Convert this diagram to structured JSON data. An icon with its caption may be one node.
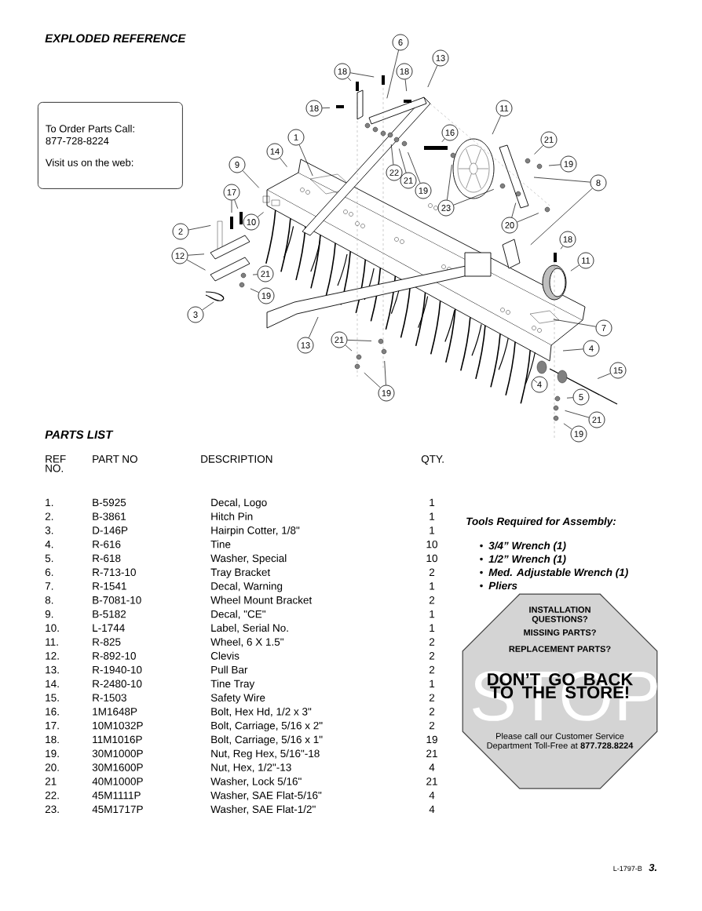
{
  "diagram": {
    "title": "EXPLODED REFERENCE",
    "nodes": [
      {
        "text": [
          "To Order Parts Call: 877-728-8224",
          "Visit us on the web:"
        ]
      },
      {
        "text": [
          "6"
        ]
      },
      {
        "text": [
          "13"
        ]
      },
      {
        "text": [
          "18"
        ]
      },
      {
        "text": [
          "18"
        ]
      },
      {
        "text": [
          "18"
        ]
      },
      {
        "text": [
          "11"
        ]
      },
      {
        "text": [
          "16"
        ]
      },
      {
        "text": [
          "1"
        ]
      },
      {
        "text": [
          "21"
        ]
      },
      {
        "text": [
          "14"
        ]
      },
      {
        "text": [
          "19"
        ]
      },
      {
        "text": [
          "9"
        ]
      },
      {
        "text": [
          "22"
        ]
      },
      {
        "text": [
          "21"
        ]
      },
      {
        "text": [
          "8"
        ]
      },
      {
        "text": [
          "19"
        ]
      },
      {
        "text": [
          "17"
        ]
      },
      {
        "text": [
          "23"
        ]
      },
      {
        "text": [
          "10"
        ]
      },
      {
        "text": [
          "20"
        ]
      },
      {
        "text": [
          "2"
        ]
      },
      {
        "text": [
          "18"
        ]
      },
      {
        "text": [
          "12"
        ]
      },
      {
        "text": [
          "11"
        ]
      },
      {
        "text": [
          "21"
        ]
      },
      {
        "text": [
          "19"
        ]
      },
      {
        "text": [
          "3"
        ]
      },
      {
        "text": [
          "7"
        ]
      },
      {
        "text": [
          "21"
        ]
      },
      {
        "text": [
          "13"
        ]
      },
      {
        "text": [
          "4"
        ]
      },
      {
        "text": [
          "15"
        ]
      },
      {
        "text": [
          "4"
        ]
      },
      {
        "text": [
          "19"
        ]
      },
      {
        "text": [
          "5"
        ]
      },
      {
        "text": [
          "21"
        ]
      },
      {
        "text": [
          "19"
        ]
      },
      {
        "text": [
          "STOP",
          "INSTALLATION QUESTIONS?",
          "MISSING PARTS?",
          "REPLACEMENT PARTS?",
          "DON’T GO BACK TO THE STORE!",
          "Please call our Customer Service Department Toll-Free at **877.728.8224**"
        ]
      }
    ],
    "edges": [
      {
        "from": 1,
        "to": null,
        "arrow": "none"
      },
      {
        "from": 2,
        "to": null,
        "arrow": "none"
      },
      {
        "from": 3,
        "to": null,
        "arrow": "none"
      },
      {
        "from": 3,
        "to": null,
        "arrow": "none"
      },
      {
        "from": 4,
        "to": null,
        "arrow": "none"
      },
      {
        "from": 5,
        "to": null,
        "arrow": "none"
      },
      {
        "from": 6,
        "to": null,
        "arrow": "none"
      },
      {
        "from": 7,
        "to": null,
        "arrow": "none"
      },
      {
        "from": 8,
        "to": null,
        "arrow": "none"
      },
      {
        "from": 9,
        "to": null,
        "arrow": "none"
      },
      {
        "from": 10,
        "to": null,
        "arrow": "none"
      },
      {
        "from": 11,
        "to": null,
        "arrow": "none"
      },
      {
        "from": 12,
        "to": null,
        "arrow": "none"
      },
      {
        "from": 13,
        "to": null,
        "arrow": "none"
      },
      {
        "from": 14,
        "to": null,
        "arrow": "none"
      },
      {
        "from": 15,
        "to": null,
        "arrow": "none"
      },
      {
        "from": 15,
        "to": null,
        "arrow": "none"
      },
      {
        "from": 16,
        "to": null,
        "arrow": "none"
      },
      {
        "from": 17,
        "to": null,
        "arrow": "none"
      },
      {
        "from": 17,
        "to": null,
        "arrow": "none"
      },
      {
        "from": 18,
        "to": null,
        "arrow": "none"
      },
      {
        "from": 18,
        "to": null,
        "arrow": "none"
      },
      {
        "from": 19,
        "to": null,
        "arrow": "none"
      },
      {
        "from": 20,
        "to": null,
        "arrow": "none"
      },
      {
        "from": 20,
        "to": null,
        "arrow": "none"
      },
      {
        "from": 21,
        "to": null,
        "arrow": "none"
      },
      {
        "from": 22,
        "to": null,
        "arrow": "none"
      },
      {
        "from": 23,
        "to": null,
        "arrow": "none"
      },
      {
        "from": 23,
        "to": null,
        "arrow": "none"
      },
      {
        "from": 24,
        "to": null,
        "arrow": "none"
      },
      {
        "from": 25,
        "to": null,
        "arrow": "none"
      },
      {
        "from": 26,
        "to": null,
        "arrow": "none"
      },
      {
        "from": 27,
        "to": null,
        "arrow": "none"
      },
      {
        "from": 28,
        "to": null,
        "arrow": "none"
      },
      {
        "from": 29,
        "to": null,
        "arrow": "none"
      },
      {
        "from": 29,
        "to": null,
        "arrow": "none"
      },
      {
        "from": 30,
        "to": null,
        "arrow": "none"
      },
      {
        "from": 31,
        "to": null,
        "arrow": "none"
      },
      {
        "from": 32,
        "to": null,
        "arrow": "none"
      },
      {
        "from": 33,
        "to": null,
        "arrow": "none"
      },
      {
        "from": 34,
        "to": null,
        "arrow": "none"
      },
      {
        "from": 34,
        "to": null,
        "arrow": "none"
      },
      {
        "from": 35,
        "to": null,
        "arrow": "none"
      },
      {
        "from": 36,
        "to": null,
        "arrow": "none"
      },
      {
        "from": 37,
        "to": null,
        "arrow": "none"
      }
    ],
    "labels": [
      "PARTS LIST",
      "REF NO.",
      "PART NO",
      "DESCRIPTION",
      "QTY.",
      "1.",
      "B-5925",
      "Decal, Logo",
      "1",
      "2.",
      "B-3861",
      "Hitch Pin",
      "1",
      "3.",
      "D-146P",
      "Hairpin Cotter, 1/8\"",
      "1",
      "4.",
      "R-616",
      "Tine",
      "10",
      "5.",
      "R-618",
      "Washer, Special",
      "10",
      "6.",
      "R-713-10",
      "Tray Bracket",
      "2",
      "7.",
      "R-1541",
      "Decal, Warning",
      "1",
      "8.",
      "B-7081-10",
      "Wheel Mount Bracket",
      "2",
      "9.",
      "B-5182",
      "Decal, \"CE\"",
      "1",
      "10.",
      "L-1744",
      "Label, Serial No.",
      "1",
      "11.",
      "R-825",
      "Wheel, 6 X 1.5\"",
      "2",
      "12.",
      "R-892-10",
      "Clevis",
      "2",
      "13.",
      "R-1940-10",
      "Pull Bar",
      "2",
      "14.",
      "R-2480-10",
      "Tine Tray",
      "1",
      "15.",
      "R-1503",
      "Safety Wire",
      "2",
      "16.",
      "1M1648P",
      "Bolt, Hex Hd, 1/2 x 3\"",
      "2",
      "17.",
      "10M1032P",
      "Bolt, Carriage, 5/16 x 2\"",
      "2",
      "18.",
      "11M1016P",
      "Bolt, Carriage, 5/16 x 1\"",
      "19",
      "19.",
      "30M1000P",
      "Nut, Reg Hex, 5/16\"-18",
      "21",
      "20.",
      "30M1600P",
      "Nut, Hex, 1/2\"-13",
      "4",
      "21",
      "40M1000P",
      "Washer, Lock 5/16\"",
      "21",
      "22.",
      "45M1111P",
      "Washer, SAE Flat-5/16\"",
      "4",
      "23.",
      "45M1717P",
      "Washer, SAE Flat-1/2\"",
      "4",
      "Tools Required for Assembly:",
      "3/4” Wrench (1)",
      "1/2” Wrench (1)",
      "Med. Adjustable Wrench (1)",
      "Pliers",
      "L-1797-B",
      "3."
    ]
  }
}
